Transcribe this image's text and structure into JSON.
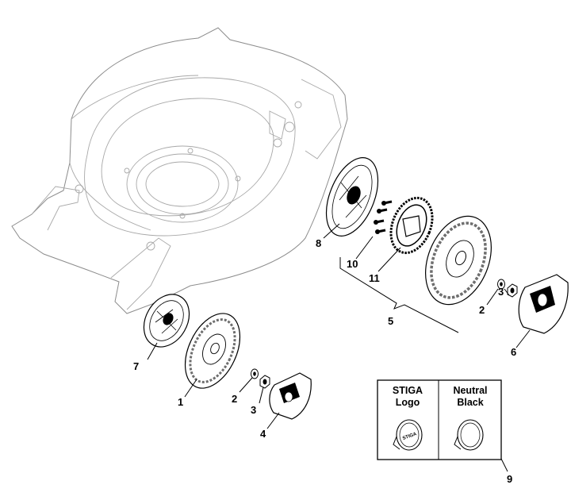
{
  "callouts": {
    "c1": "1",
    "c2a": "2",
    "c3a": "3",
    "c4": "4",
    "c5": "5",
    "c2b": "2",
    "c3b": "3",
    "c6": "6",
    "c7": "7",
    "c8": "8",
    "c9": "9",
    "c10": "10",
    "c11": "11"
  },
  "variant_box": {
    "left_line1": "STIGA",
    "left_line2": "Logo",
    "right_line1": "Neutral",
    "right_line2": "Black",
    "cap_logo": "STIGA"
  },
  "colors": {
    "line": "#000000",
    "deck_outline": "#8c8c8c",
    "tread": "#6e6e6e"
  }
}
